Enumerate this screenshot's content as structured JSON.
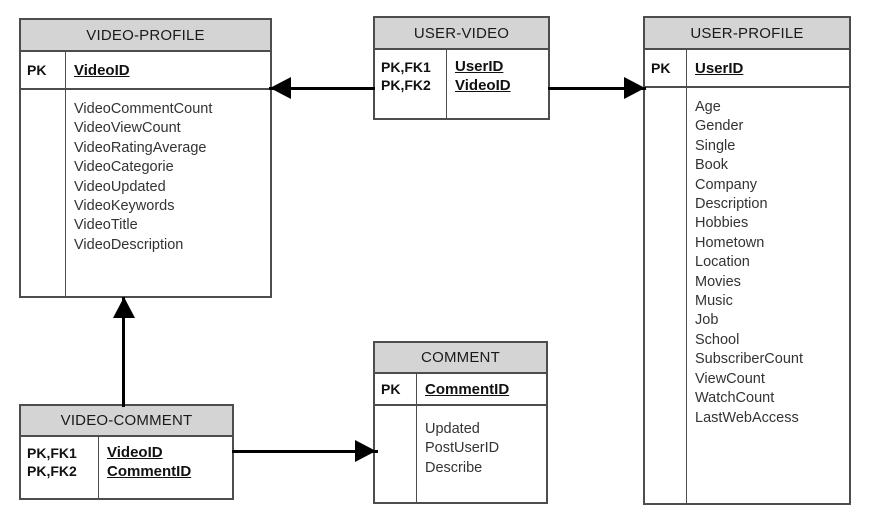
{
  "diagram": {
    "kind": "entity-relationship-diagram",
    "colors": {
      "header_fill": "#d4d4d4",
      "border": "#4d4d4d",
      "connector": "#000000",
      "background": "#ffffff",
      "text": "#1a1a1a"
    },
    "entities": [
      {
        "id": "video-profile",
        "title": "VIDEO-PROFILE",
        "keys": [
          {
            "tag": "PK",
            "name": "VideoID"
          }
        ],
        "attributes": [
          "VideoCommentCount",
          "VideoViewCount",
          "VideoRatingAverage",
          "VideoCategorie",
          "VideoUpdated",
          "VideoKeywords",
          "VideoTitle",
          "VideoDescription"
        ]
      },
      {
        "id": "user-video",
        "title": "USER-VIDEO",
        "keys": [
          {
            "tag": "PK,FK1",
            "name": "UserID"
          },
          {
            "tag": "PK,FK2",
            "name": "VideoID"
          }
        ],
        "attributes": []
      },
      {
        "id": "user-profile",
        "title": "USER-PROFILE",
        "keys": [
          {
            "tag": "PK",
            "name": "UserID"
          }
        ],
        "attributes": [
          "Age",
          "Gender",
          "Single",
          "Book",
          "Company",
          "Description",
          "Hobbies",
          "Hometown",
          "Location",
          "Movies",
          "Music",
          "Job",
          "School",
          "SubscriberCount",
          "ViewCount",
          "WatchCount",
          "LastWebAccess"
        ]
      },
      {
        "id": "comment",
        "title": "COMMENT",
        "keys": [
          {
            "tag": "PK",
            "name": "CommentID"
          }
        ],
        "attributes": [
          "Updated",
          "PostUserID",
          "Describe"
        ]
      },
      {
        "id": "video-comment",
        "title": "VIDEO-COMMENT",
        "keys": [
          {
            "tag": "PK,FK1",
            "name": "VideoID"
          },
          {
            "tag": "PK,FK2",
            "name": "CommentID"
          }
        ],
        "attributes": []
      }
    ],
    "relationships": [
      {
        "id": "rel-uservideo-to-videoprofile",
        "from": "user-video",
        "to": "video-profile",
        "arrow": "left"
      },
      {
        "id": "rel-uservideo-to-userprofile",
        "from": "user-video",
        "to": "user-profile",
        "arrow": "right"
      },
      {
        "id": "rel-videocomment-to-videoprofile",
        "from": "video-comment",
        "to": "video-profile",
        "arrow": "up"
      },
      {
        "id": "rel-videocomment-to-comment",
        "from": "video-comment",
        "to": "comment",
        "arrow": "right"
      }
    ]
  }
}
